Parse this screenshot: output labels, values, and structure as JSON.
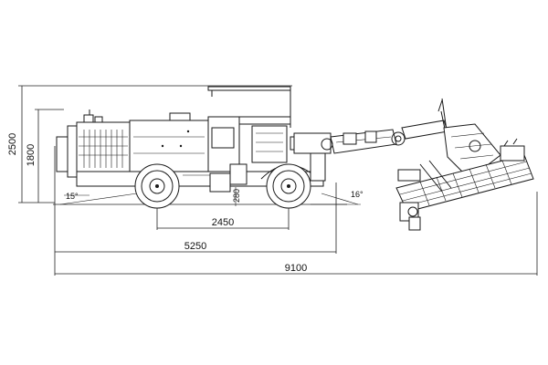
{
  "dimensions": {
    "height_overall": "2500",
    "height_cab": "1800",
    "wheelbase": "2450",
    "body_length": "5250",
    "total_length": "9100",
    "ground_clearance": "280",
    "approach_angle": "15°",
    "departure_angle": "16°"
  }
}
